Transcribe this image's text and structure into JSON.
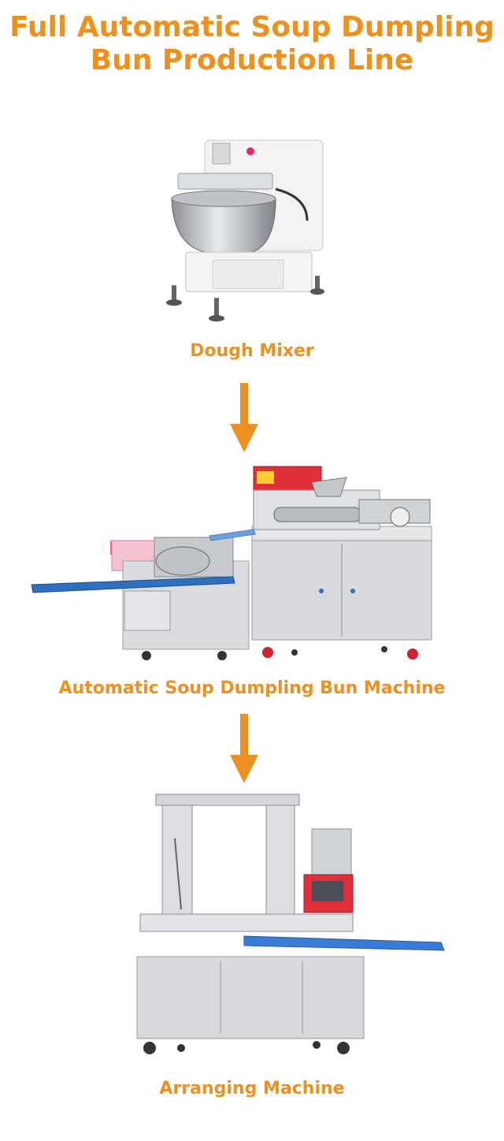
{
  "title": {
    "line1": "Full Automatic Soup Dumpling",
    "line2": "Bun Production Line"
  },
  "colors": {
    "accent": "#f0901c",
    "steel": "#c9ccd0",
    "belt": "#2f6fbf",
    "panel": "#e0303a"
  },
  "stages": [
    {
      "label": "Dough Mixer"
    },
    {
      "label": "Automatic Soup Dumpling Bun Machine"
    },
    {
      "label": "Arranging Machine"
    }
  ]
}
